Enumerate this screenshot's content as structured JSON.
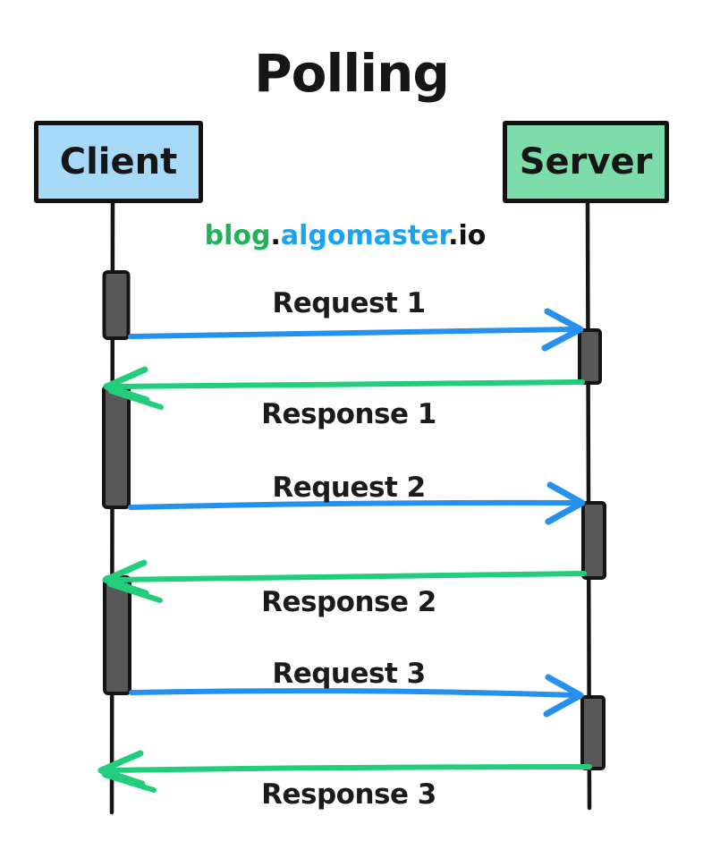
{
  "title": "Polling",
  "actors": [
    {
      "id": "client",
      "label": "Client"
    },
    {
      "id": "server",
      "label": "Server"
    }
  ],
  "watermark": {
    "blog": "blog",
    "dot1": ".",
    "algomaster": "algomaster",
    "dot2": ".",
    "io": "io"
  },
  "messages": [
    {
      "label": "Request 1",
      "from": "Client",
      "to": "Server",
      "arrow_color": "blue"
    },
    {
      "label": "Response 1",
      "from": "Server",
      "to": "Client",
      "arrow_color": "green"
    },
    {
      "label": "Request 2",
      "from": "Client",
      "to": "Server",
      "arrow_color": "blue"
    },
    {
      "label": "Response 2",
      "from": "Server",
      "to": "Client",
      "arrow_color": "green"
    },
    {
      "label": "Request 3",
      "from": "Client",
      "to": "Server",
      "arrow_color": "blue"
    },
    {
      "label": "Response 3",
      "from": "Server",
      "to": "Client",
      "arrow_color": "green"
    }
  ],
  "colors": {
    "client_box_fill": "#a6daf8",
    "server_box_fill": "#7cdcaa",
    "request_arrow_blue": "#2590ee",
    "response_arrow_green": "#22cd7c",
    "watermark_green": "#22b25c",
    "watermark_blue": "#1aa3f3",
    "activation_bar_fill": "#585858",
    "outline_black": "#111111"
  }
}
